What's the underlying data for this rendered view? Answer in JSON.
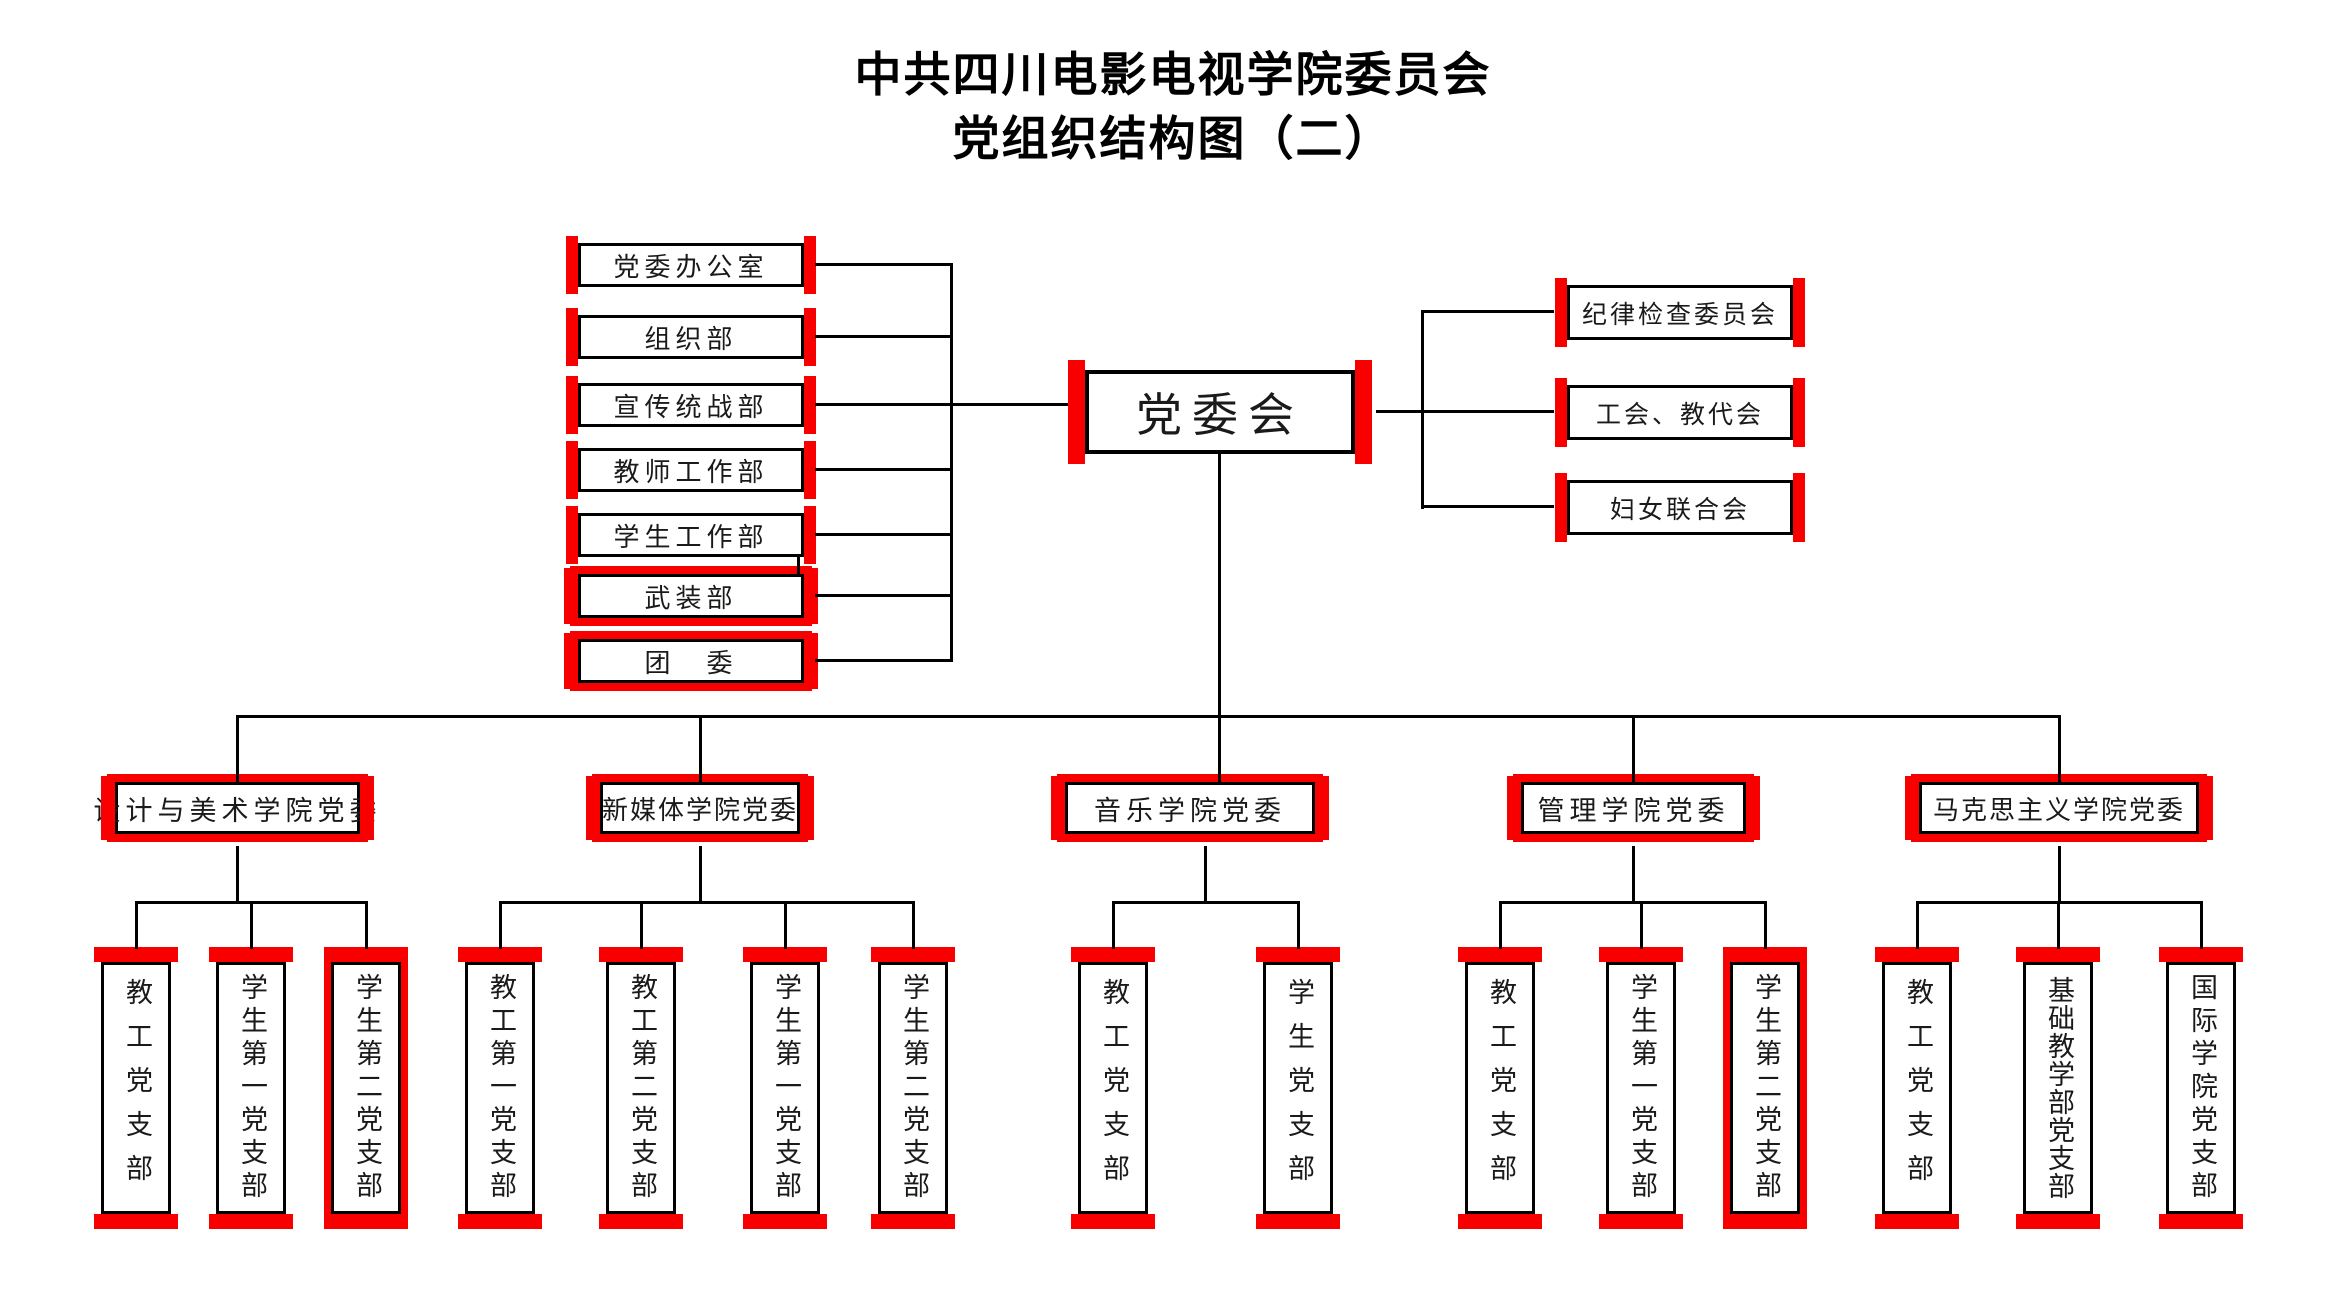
{
  "title": {
    "line1": "中共四川电影电视学院委员会",
    "line2": "党组织结构图（二）"
  },
  "colors": {
    "accent_red": "#f80000",
    "line": "#000000",
    "background": "#ffffff"
  },
  "root": {
    "label": "党委会"
  },
  "left_departments": [
    {
      "label": "党委办公室"
    },
    {
      "label": "组织部"
    },
    {
      "label": "宣传统战部"
    },
    {
      "label": "教师工作部"
    },
    {
      "label": "学生工作部"
    },
    {
      "label": "武装部"
    },
    {
      "label": "团　委"
    }
  ],
  "right_organizations": [
    {
      "label": "纪律检查委员会"
    },
    {
      "label": "工会、教代会"
    },
    {
      "label": "妇女联合会"
    }
  ],
  "college_committees": [
    {
      "label": "设计与美术学院党委",
      "branches": [
        "教工党支部",
        "学生第一党支部",
        "学生第二党支部"
      ]
    },
    {
      "label": "新媒体学院党委",
      "branches": [
        "教工第一党支部",
        "教工第二党支部",
        "学生第一党支部",
        "学生第二党支部"
      ]
    },
    {
      "label": "音乐学院党委",
      "branches": [
        "教工党支部",
        "学生党支部"
      ]
    },
    {
      "label": "管理学院党委",
      "branches": [
        "教工党支部",
        "学生第一党支部",
        "学生第二党支部"
      ]
    },
    {
      "label": "马克思主义学院党委",
      "branches": [
        "教工党支部",
        "基础教学部党支部",
        "国际学院党支部"
      ]
    }
  ]
}
